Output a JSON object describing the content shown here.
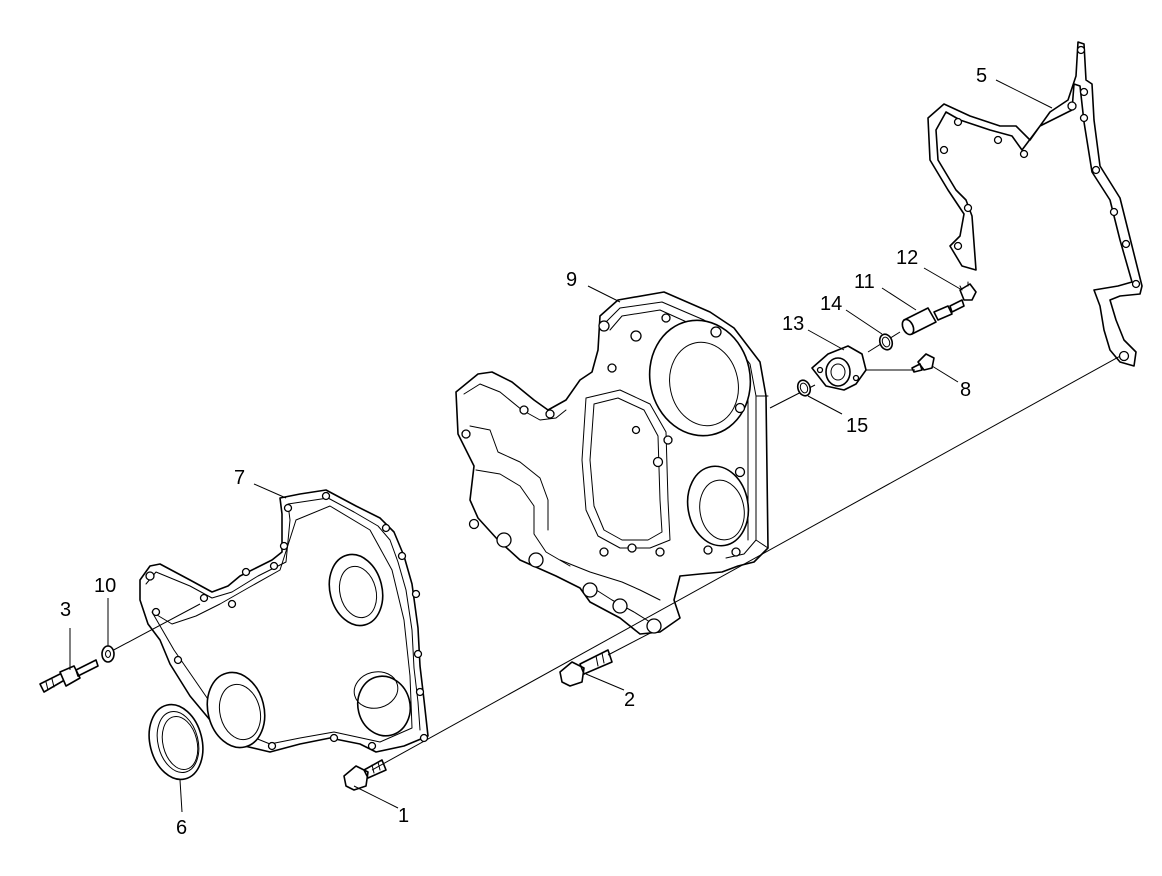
{
  "callouts": {
    "c1": "1",
    "c2": "2",
    "c3": "3",
    "c4": "5",
    "c5": "6",
    "c6": "7",
    "c7": "8",
    "c8": "9",
    "c9": "10",
    "c10": "11",
    "c11": "12",
    "c12": "13",
    "c13": "14",
    "c14": "15"
  }
}
